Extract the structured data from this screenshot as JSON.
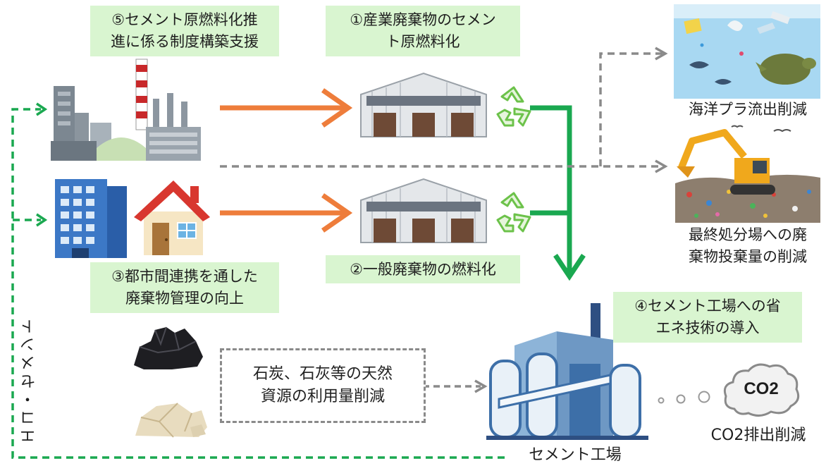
{
  "labels": {
    "box5": "⑤セメント原燃料化推\n進に係る制度構築支援",
    "box1": "①産業廃棄物のセメン\nト原燃料化",
    "box3": "③都市間連携を通した\n廃棄物管理の向上",
    "box2": "②一般廃棄物の燃料化",
    "box4": "④セメント工場への省\nエネ技術の導入",
    "ocean": "海洋プラ流出削減",
    "landfill": "最終処分場への廃\n棄物投棄量の削減",
    "resources": "石炭、石灰等の天然\n資源の利用量削減",
    "cement_plant": "セメント工場",
    "co2_cloud": "CO2",
    "co2_reduction": "CO2排出削減",
    "side_vertical": "エコ・セメント"
  },
  "colors": {
    "label_bg": "#d9f5d0",
    "orange_arrow": "#ee7d3b",
    "green_arrow": "#1aa850",
    "gray_dash": "#8a8a8a",
    "green_dash": "#1aa850",
    "recycle": "#6cc24a"
  },
  "icons": [
    "factory-icon",
    "office-building-icon",
    "house-icon",
    "warehouse-icon",
    "recycle-icon",
    "ocean-plastic-icon",
    "excavator-landfill-icon",
    "coal-icon",
    "limestone-icon",
    "cement-plant-icon",
    "co2-cloud-icon"
  ]
}
